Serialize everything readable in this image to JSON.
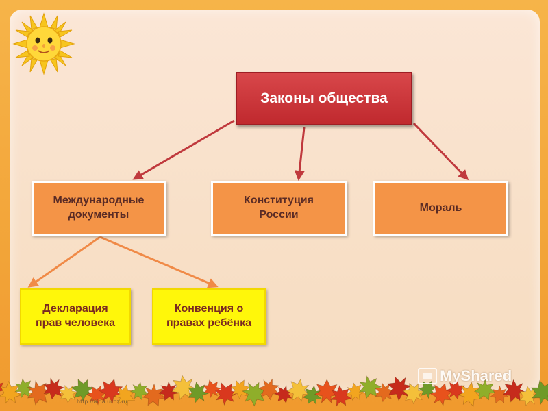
{
  "diagram": {
    "root": {
      "label": "Законы общества"
    },
    "level1": [
      {
        "id": "intl",
        "lines": [
          "Международные",
          "документы"
        ]
      },
      {
        "id": "const",
        "lines": [
          "Конституция",
          "России"
        ]
      },
      {
        "id": "moral",
        "lines": [
          "Мораль"
        ]
      }
    ],
    "level2": [
      {
        "id": "decl",
        "lines": [
          "Декларация",
          "прав человека"
        ]
      },
      {
        "id": "conv",
        "lines": [
          "Конвенция о",
          "правах ребёнка"
        ]
      }
    ]
  },
  "watermark": {
    "text": "MyShared"
  },
  "footer_url": "http://aida.ucoz.ru",
  "colors": {
    "root": "#c8323a",
    "level1": "#f49447",
    "level2": "#fff70a",
    "arrow_root": "#c0393d",
    "arrow_intl": "#f08a47",
    "background": "#f8e0c8"
  }
}
